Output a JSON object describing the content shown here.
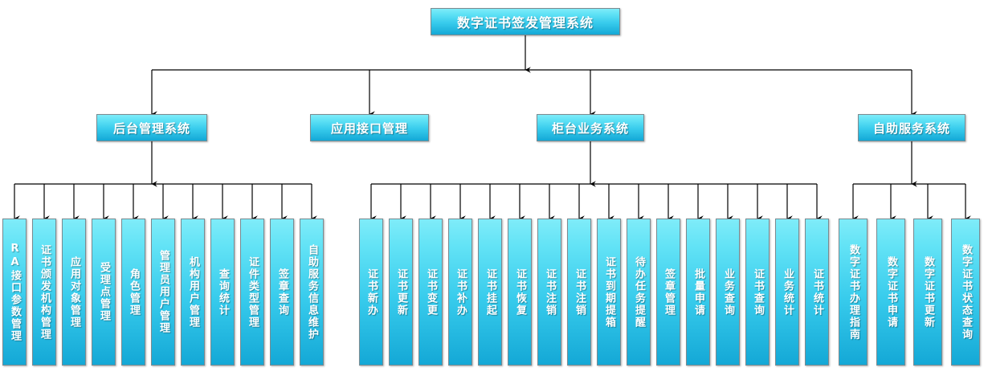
{
  "diagram": {
    "type": "org-chart",
    "title": "数字证书签发管理系统",
    "root": {
      "label": "数字证书签发管理系统"
    },
    "branches": [
      {
        "key": "backend",
        "label": "后台管理系统",
        "children": [
          {
            "label": "RA接口参数管理"
          },
          {
            "label": "证书颁发机构管理"
          },
          {
            "label": "应用对象管理"
          },
          {
            "label": "受理点管理"
          },
          {
            "label": "角色管理"
          },
          {
            "label": "管理员用户管理"
          },
          {
            "label": "机构用户管理"
          },
          {
            "label": "查询统计"
          },
          {
            "label": "证件类型管理"
          },
          {
            "label": "签章查询"
          },
          {
            "label": "自助服务信息维护"
          }
        ]
      },
      {
        "key": "api",
        "label": "应用接口管理",
        "children": []
      },
      {
        "key": "counter",
        "label": "柜台业务系统",
        "children": [
          {
            "label": "证书新办"
          },
          {
            "label": "证书更新"
          },
          {
            "label": "证书变更"
          },
          {
            "label": "证书补办"
          },
          {
            "label": "证书挂起"
          },
          {
            "label": "证书恢复"
          },
          {
            "label": "证书注销"
          },
          {
            "label": "证书注销"
          },
          {
            "label": "证书到期提箱"
          },
          {
            "label": "待办任务提醒"
          },
          {
            "label": "签章管理"
          },
          {
            "label": "批量申请"
          },
          {
            "label": "业务查询"
          },
          {
            "label": "证书查询"
          },
          {
            "label": "业务统计"
          },
          {
            "label": "证书统计"
          }
        ]
      },
      {
        "key": "selfservice",
        "label": "自助服务系统",
        "children": [
          {
            "label": "数字证书办理指南"
          },
          {
            "label": "数字证书申请"
          },
          {
            "label": "数字证书更新"
          },
          {
            "label": "数字证书状态查询"
          }
        ]
      }
    ],
    "colors": {
      "box_gradient_top": "#7fecf9",
      "box_gradient_bottom": "#14a8d6",
      "box_border": "#7a8a90",
      "text": "#ffffff",
      "connector": "#000000",
      "background": "#ffffff"
    }
  }
}
